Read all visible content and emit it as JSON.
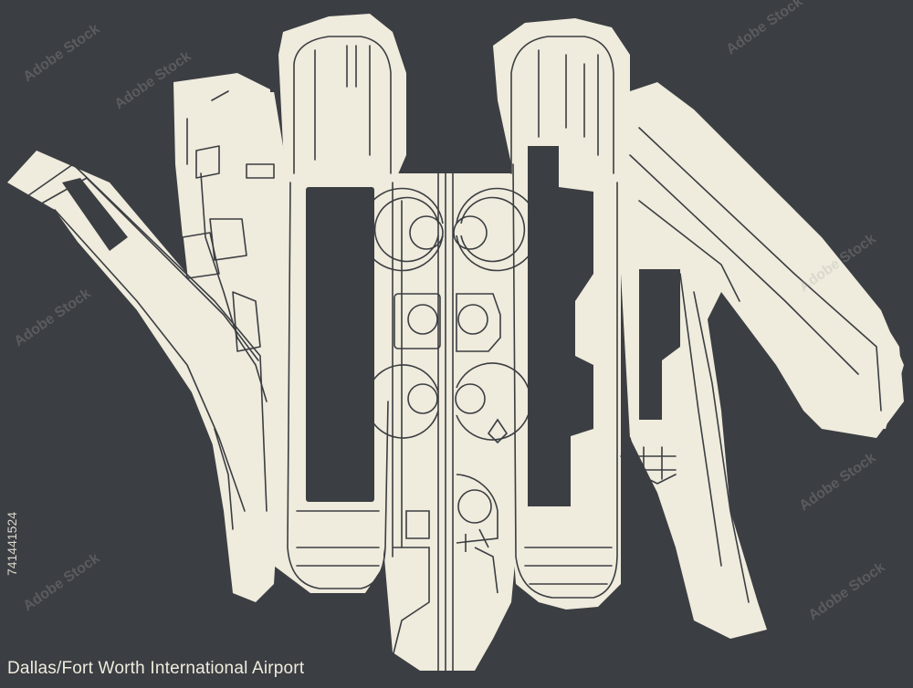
{
  "map": {
    "title": "Dallas/Fort Worth International Airport",
    "stock_id": "741441524",
    "watermark_text": "Adobe Stock",
    "colors": {
      "background": "#3b3e42",
      "land": "#efebdd",
      "roads": "#3b3e42"
    }
  }
}
